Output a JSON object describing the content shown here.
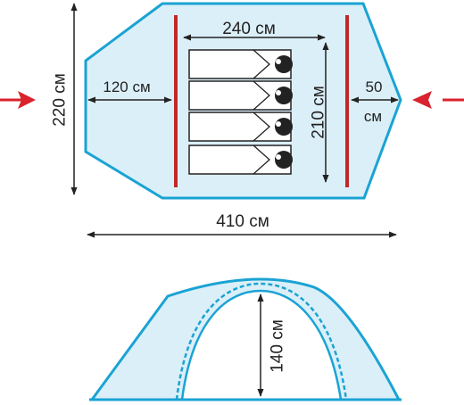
{
  "labels": {
    "width_total": "410 см",
    "height_total": "220 см",
    "vestibule_front": "120 см",
    "inner_length": "240 см",
    "inner_width": "210 см",
    "vestibule_back_num": "50",
    "vestibule_back_unit": "см",
    "tent_height": "140 см"
  },
  "sleeping_places": 4,
  "colors": {
    "outline": "#1aa3d4",
    "fill": "#dbeff8",
    "inner_wall": "#c0282a",
    "arrow_red": "#d9232e",
    "ink": "#222222"
  }
}
